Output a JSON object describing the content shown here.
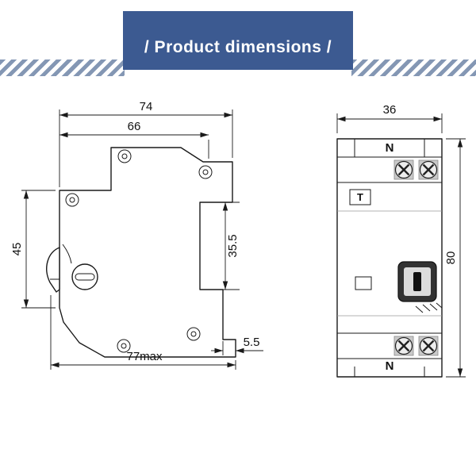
{
  "banner": {
    "title": "/ Product dimensions /",
    "bg_color": "#3c5a91",
    "text_color": "#ffffff",
    "stripe_color": "#8497b4"
  },
  "side_view": {
    "dims": {
      "top_width": "74",
      "top_width_inner": "66",
      "left_height": "45",
      "inner_height": "35.5",
      "bottom_width": "77max",
      "hook_width": "5.5"
    }
  },
  "front_view": {
    "dims": {
      "width": "36",
      "height": "80"
    },
    "labels": {
      "neutral_top": "N",
      "test": "T",
      "neutral_bottom": "N"
    }
  }
}
